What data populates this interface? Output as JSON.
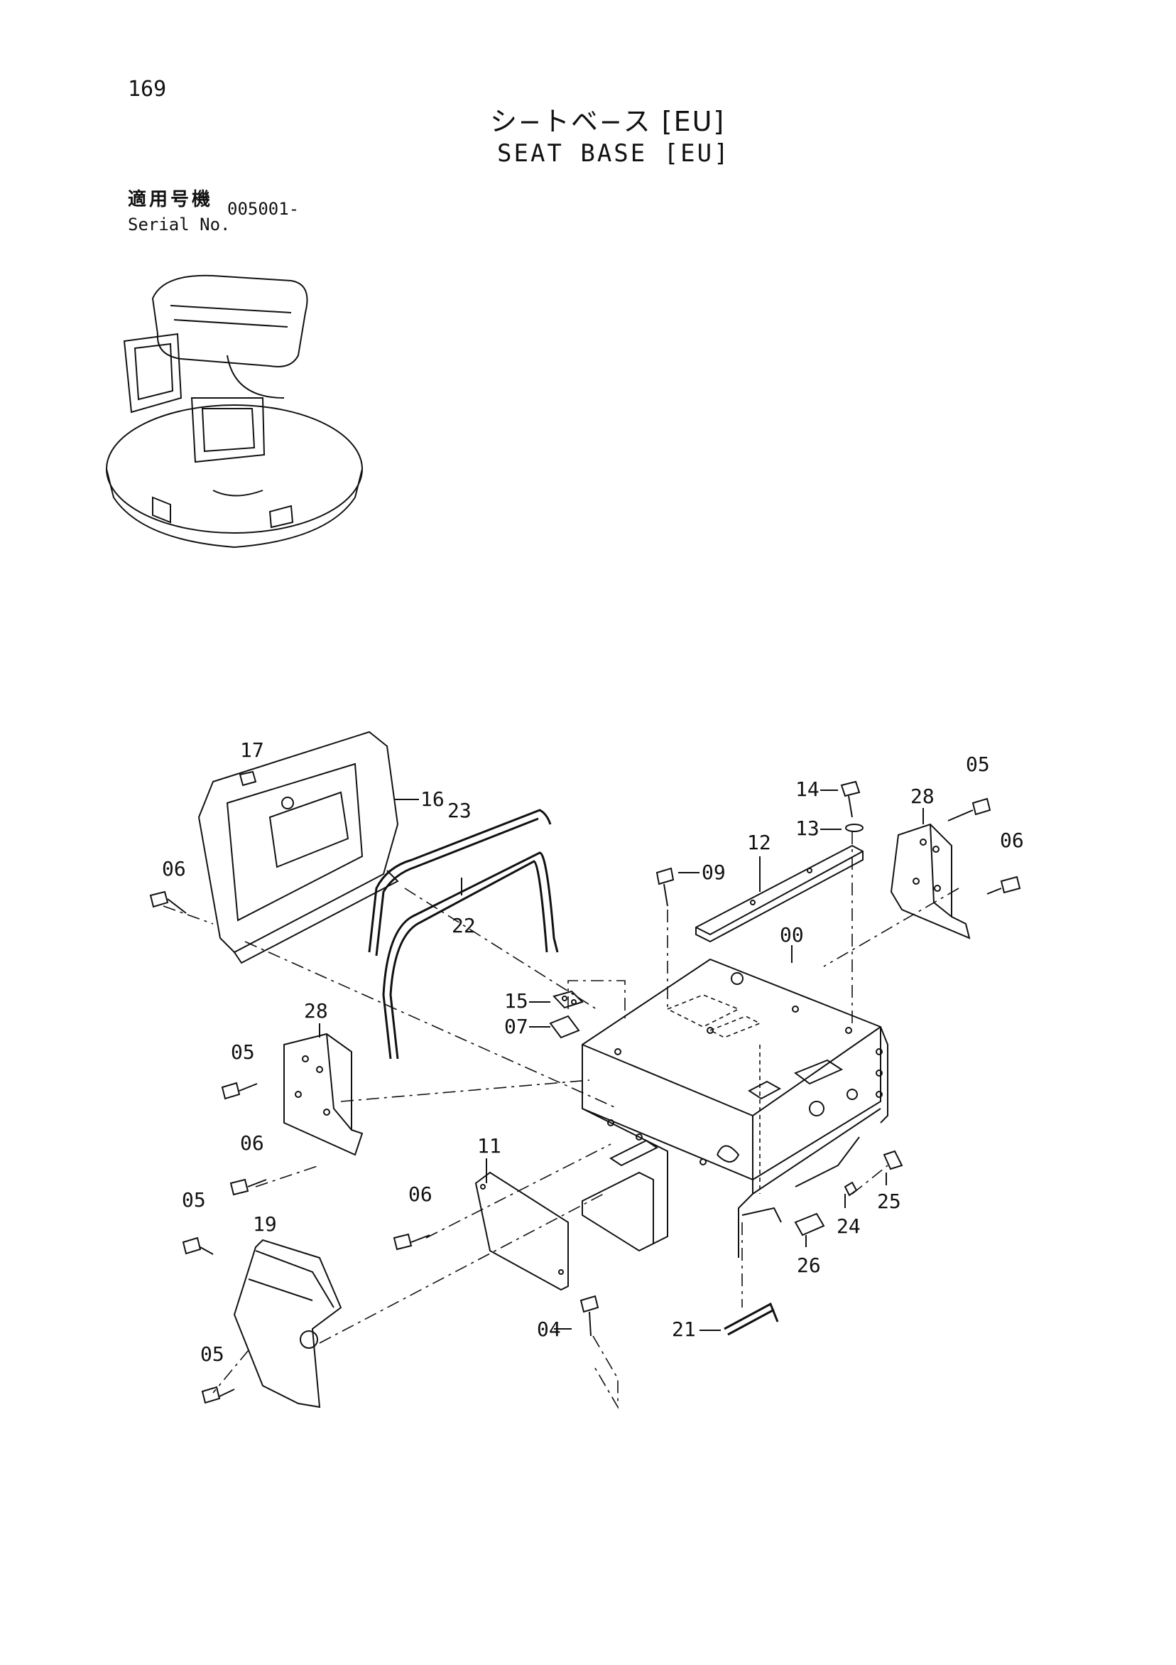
{
  "page_number": "169",
  "title_jp": "シ−トベ−ス [EU]",
  "title_en": "SEAT BASE [EU]",
  "serial": {
    "label_jp": "適用号機",
    "label_en": "Serial No.",
    "value": "005001-"
  },
  "callouts": {
    "c17": "17",
    "c16": "16",
    "c23": "23",
    "c22": "22",
    "c06_left": "06",
    "c14": "14",
    "c13": "13",
    "c12": "12",
    "c09": "09",
    "c00": "00",
    "c28_right": "28",
    "c05_right": "05",
    "c06_right": "06",
    "c15": "15",
    "c07": "07",
    "c28_left": "28",
    "c05_mid": "05",
    "c06_mid": "06",
    "c11": "11",
    "c06_center": "06",
    "c05_lower": "05",
    "c19": "19",
    "c05_bottom": "05",
    "c04": "04",
    "c21": "21",
    "c24": "24",
    "c25": "25",
    "c26": "26"
  }
}
